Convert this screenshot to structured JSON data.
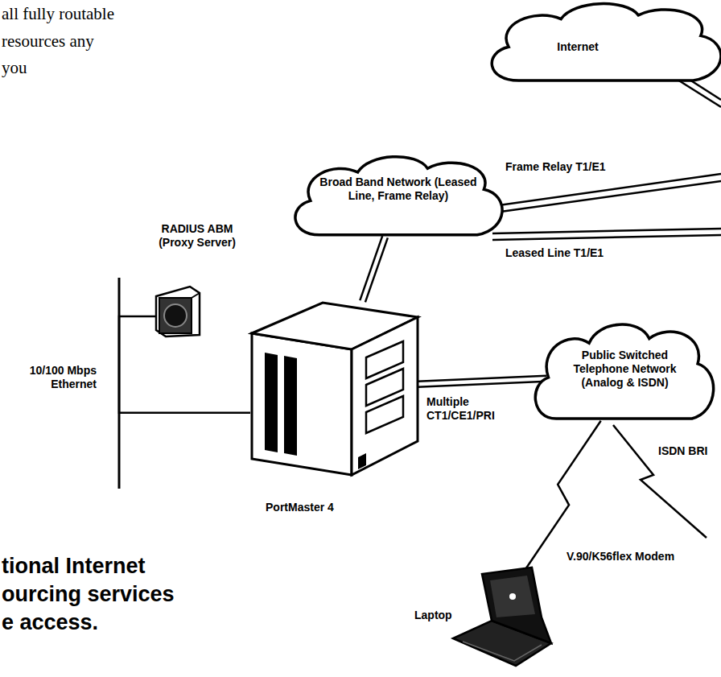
{
  "diagram": {
    "nodes": [
      {
        "text": [
          "Internet"
        ]
      },
      {
        "text": [
          "Broad Band Network (Leased Line, Frame Relay)"
        ]
      },
      {
        "text": [
          "RADIUS ABM (Proxy Server)"
        ]
      },
      {
        "text": [
          "PortMaster 4"
        ]
      },
      {
        "text": [
          "Public Switched Telephone Network (Analog & ISDN)"
        ]
      },
      {
        "text": [
          "Laptop"
        ]
      }
    ],
    "edges": [
      {
        "from": 2,
        "to": 3,
        "arrow": "none"
      },
      {
        "from": 1,
        "to": 3,
        "arrow": "none"
      },
      {
        "from": 3,
        "to": 4,
        "label": "Multiple CT1/CE1/PRI",
        "arrow": "none"
      },
      {
        "from": 5,
        "to": 4,
        "label": "V.90/K56flex Modem",
        "arrow": "none"
      }
    ],
    "labels": [
      "all fully routable",
      "resources any",
      "you",
      "Frame Relay T1/E1",
      "Leased Line T1/E1",
      "10/100 Mbps Ethernet",
      "ISDN BRI",
      "tional Internet",
      "ourcing services",
      "e access."
    ]
  }
}
